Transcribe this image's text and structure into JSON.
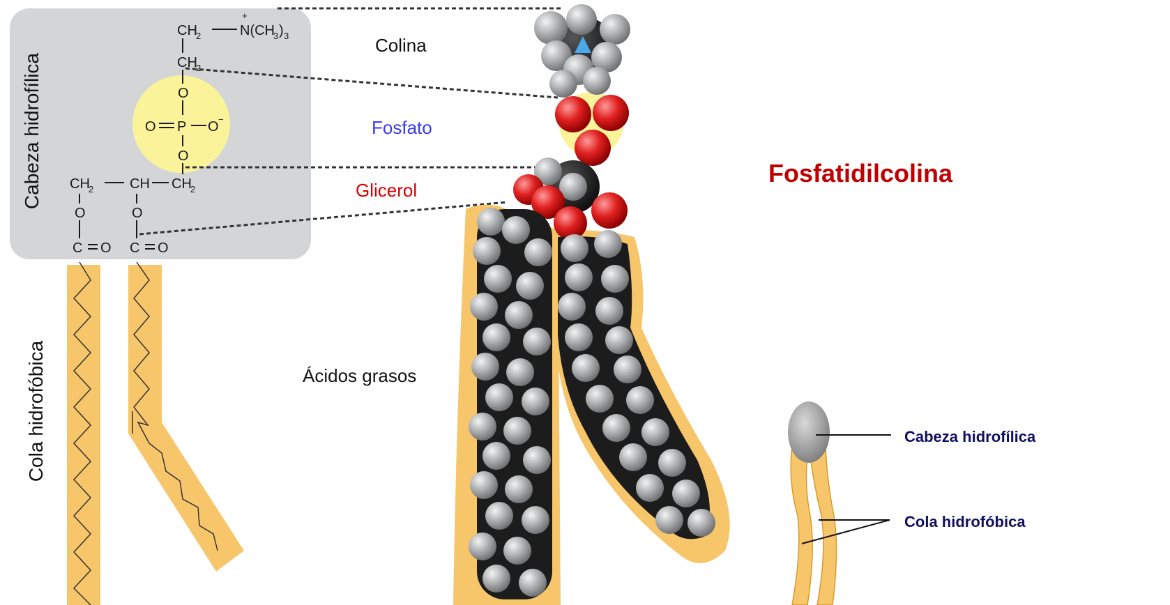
{
  "colors": {
    "head_box": "#d4d5d6",
    "phosphate_circle": "#fbf39a",
    "tail_fill": "#f7c66b",
    "fosfato": "#3a3af0",
    "glicerol": "#d80000",
    "title": "#c00000",
    "legend_text": "#101060",
    "atom_gray": "#a9abad",
    "atom_red": "#e02020",
    "atom_black": "#1c1c1c"
  },
  "formula": {
    "choline_ch2": "CH",
    "choline_ch2_sub": "2",
    "choline_n": "N(CH",
    "choline_n_sub": "3",
    "choline_n_close": ")",
    "choline_n_sub2": "3",
    "plus": "+",
    "ch2_upper": "CH",
    "ch2_upper_sub": "2",
    "o_top": "O",
    "phosphate_left": "O",
    "phosphate_p": "P",
    "phosphate_right": "O",
    "minus": "−",
    "o_bottom": "O",
    "glyc_left": "CH",
    "glyc_left_sub": "2",
    "glyc_mid": "CH",
    "glyc_right": "CH",
    "glyc_right_sub": "2",
    "ester_o_left": "O",
    "ester_o_right": "O",
    "carbonyl_left_c": "C",
    "carbonyl_left_o": "O",
    "carbonyl_right_c": "C",
    "carbonyl_right_o": "O"
  },
  "labels": {
    "cabeza_vertical": "Cabeza hidrofílica",
    "cola_vertical": "Cola hidrofóbica",
    "colina": "Colina",
    "fosfato": "Fosfato",
    "glicerol": "Glicerol",
    "acidos": "Ácidos grasos",
    "title": "Fosfatidilcolina"
  },
  "legend": {
    "head": "Cabeza hidrofílica",
    "tail": "Cola hidrofóbica"
  }
}
